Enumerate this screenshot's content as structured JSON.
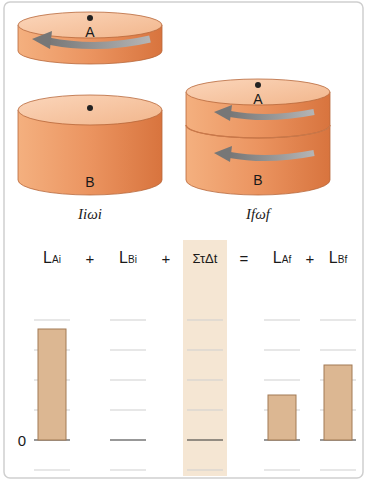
{
  "diagram": {
    "nodes": [
      {
        "text": [
          "A"
        ]
      },
      {
        "text": [
          "B"
        ]
      },
      {
        "text": [
          "A"
        ]
      },
      {
        "text": [
          "B"
        ]
      }
    ],
    "labels": [
      "Iiωi",
      "Ifωf",
      "LAi",
      "+",
      "LBi",
      "+",
      "ΣτΔt",
      "=",
      "LAf",
      "+",
      "LBf",
      "0"
    ]
  }
}
